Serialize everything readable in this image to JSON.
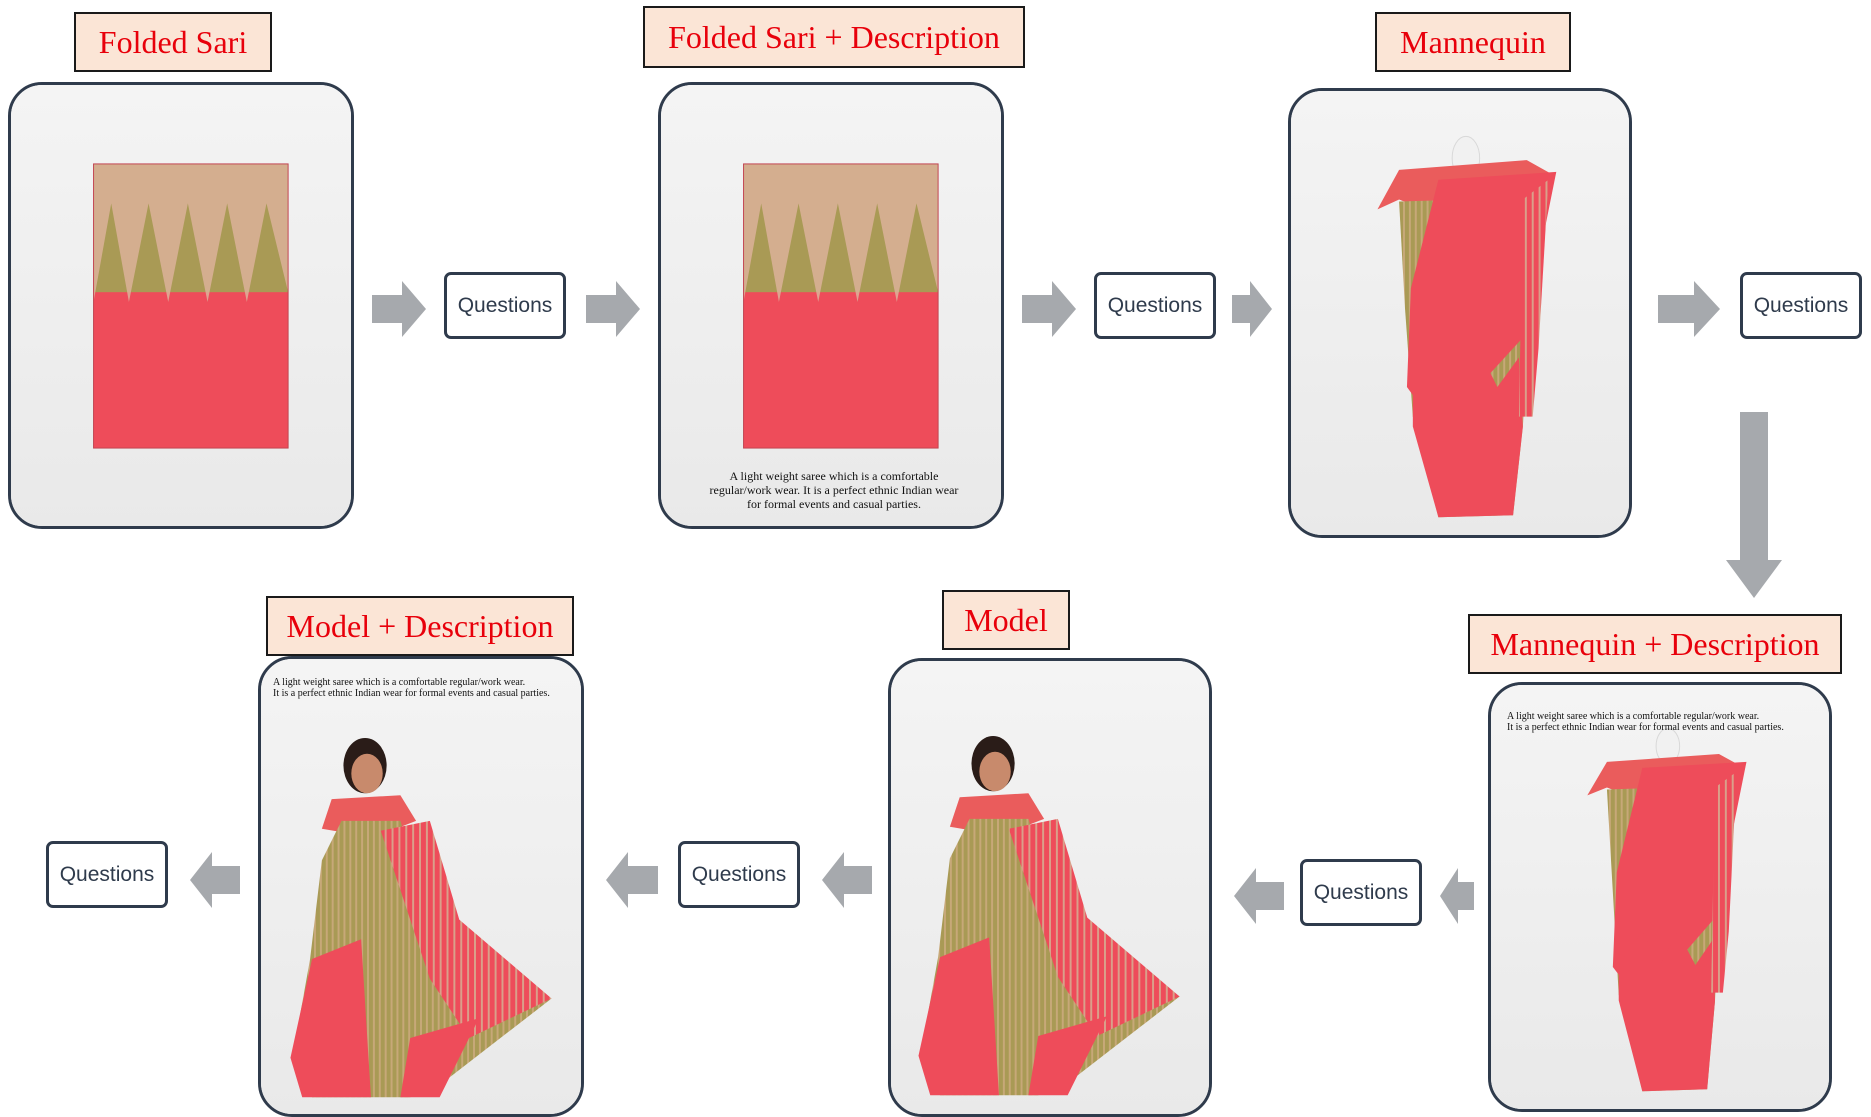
{
  "stages": {
    "folded_sari": "Folded Sari",
    "folded_sari_description": "Folded Sari + Description",
    "mannequin": "Mannequin",
    "mannequin_description": "Mannequin + Description",
    "model": "Model",
    "model_description": "Model + Description"
  },
  "questions_label": "Questions",
  "description_text": {
    "line1": "A light weight saree which is a comfortable",
    "line2": "regular/work wear. It is a perfect ethnic Indian wear",
    "line3": "for formal events and casual parties.",
    "wide_line1": "A light weight saree which is a comfortable regular/work wear.",
    "wide_line2": "It is a perfect ethnic Indian wear for formal events and casual parties."
  },
  "colors": {
    "label_text": "#e8000b",
    "label_fill": "#fbe5d6",
    "arrow": "#a6a9ad",
    "border": "#2f3b4c",
    "sari_red": "#ee4c5a",
    "sari_gold": "#a99a55"
  }
}
